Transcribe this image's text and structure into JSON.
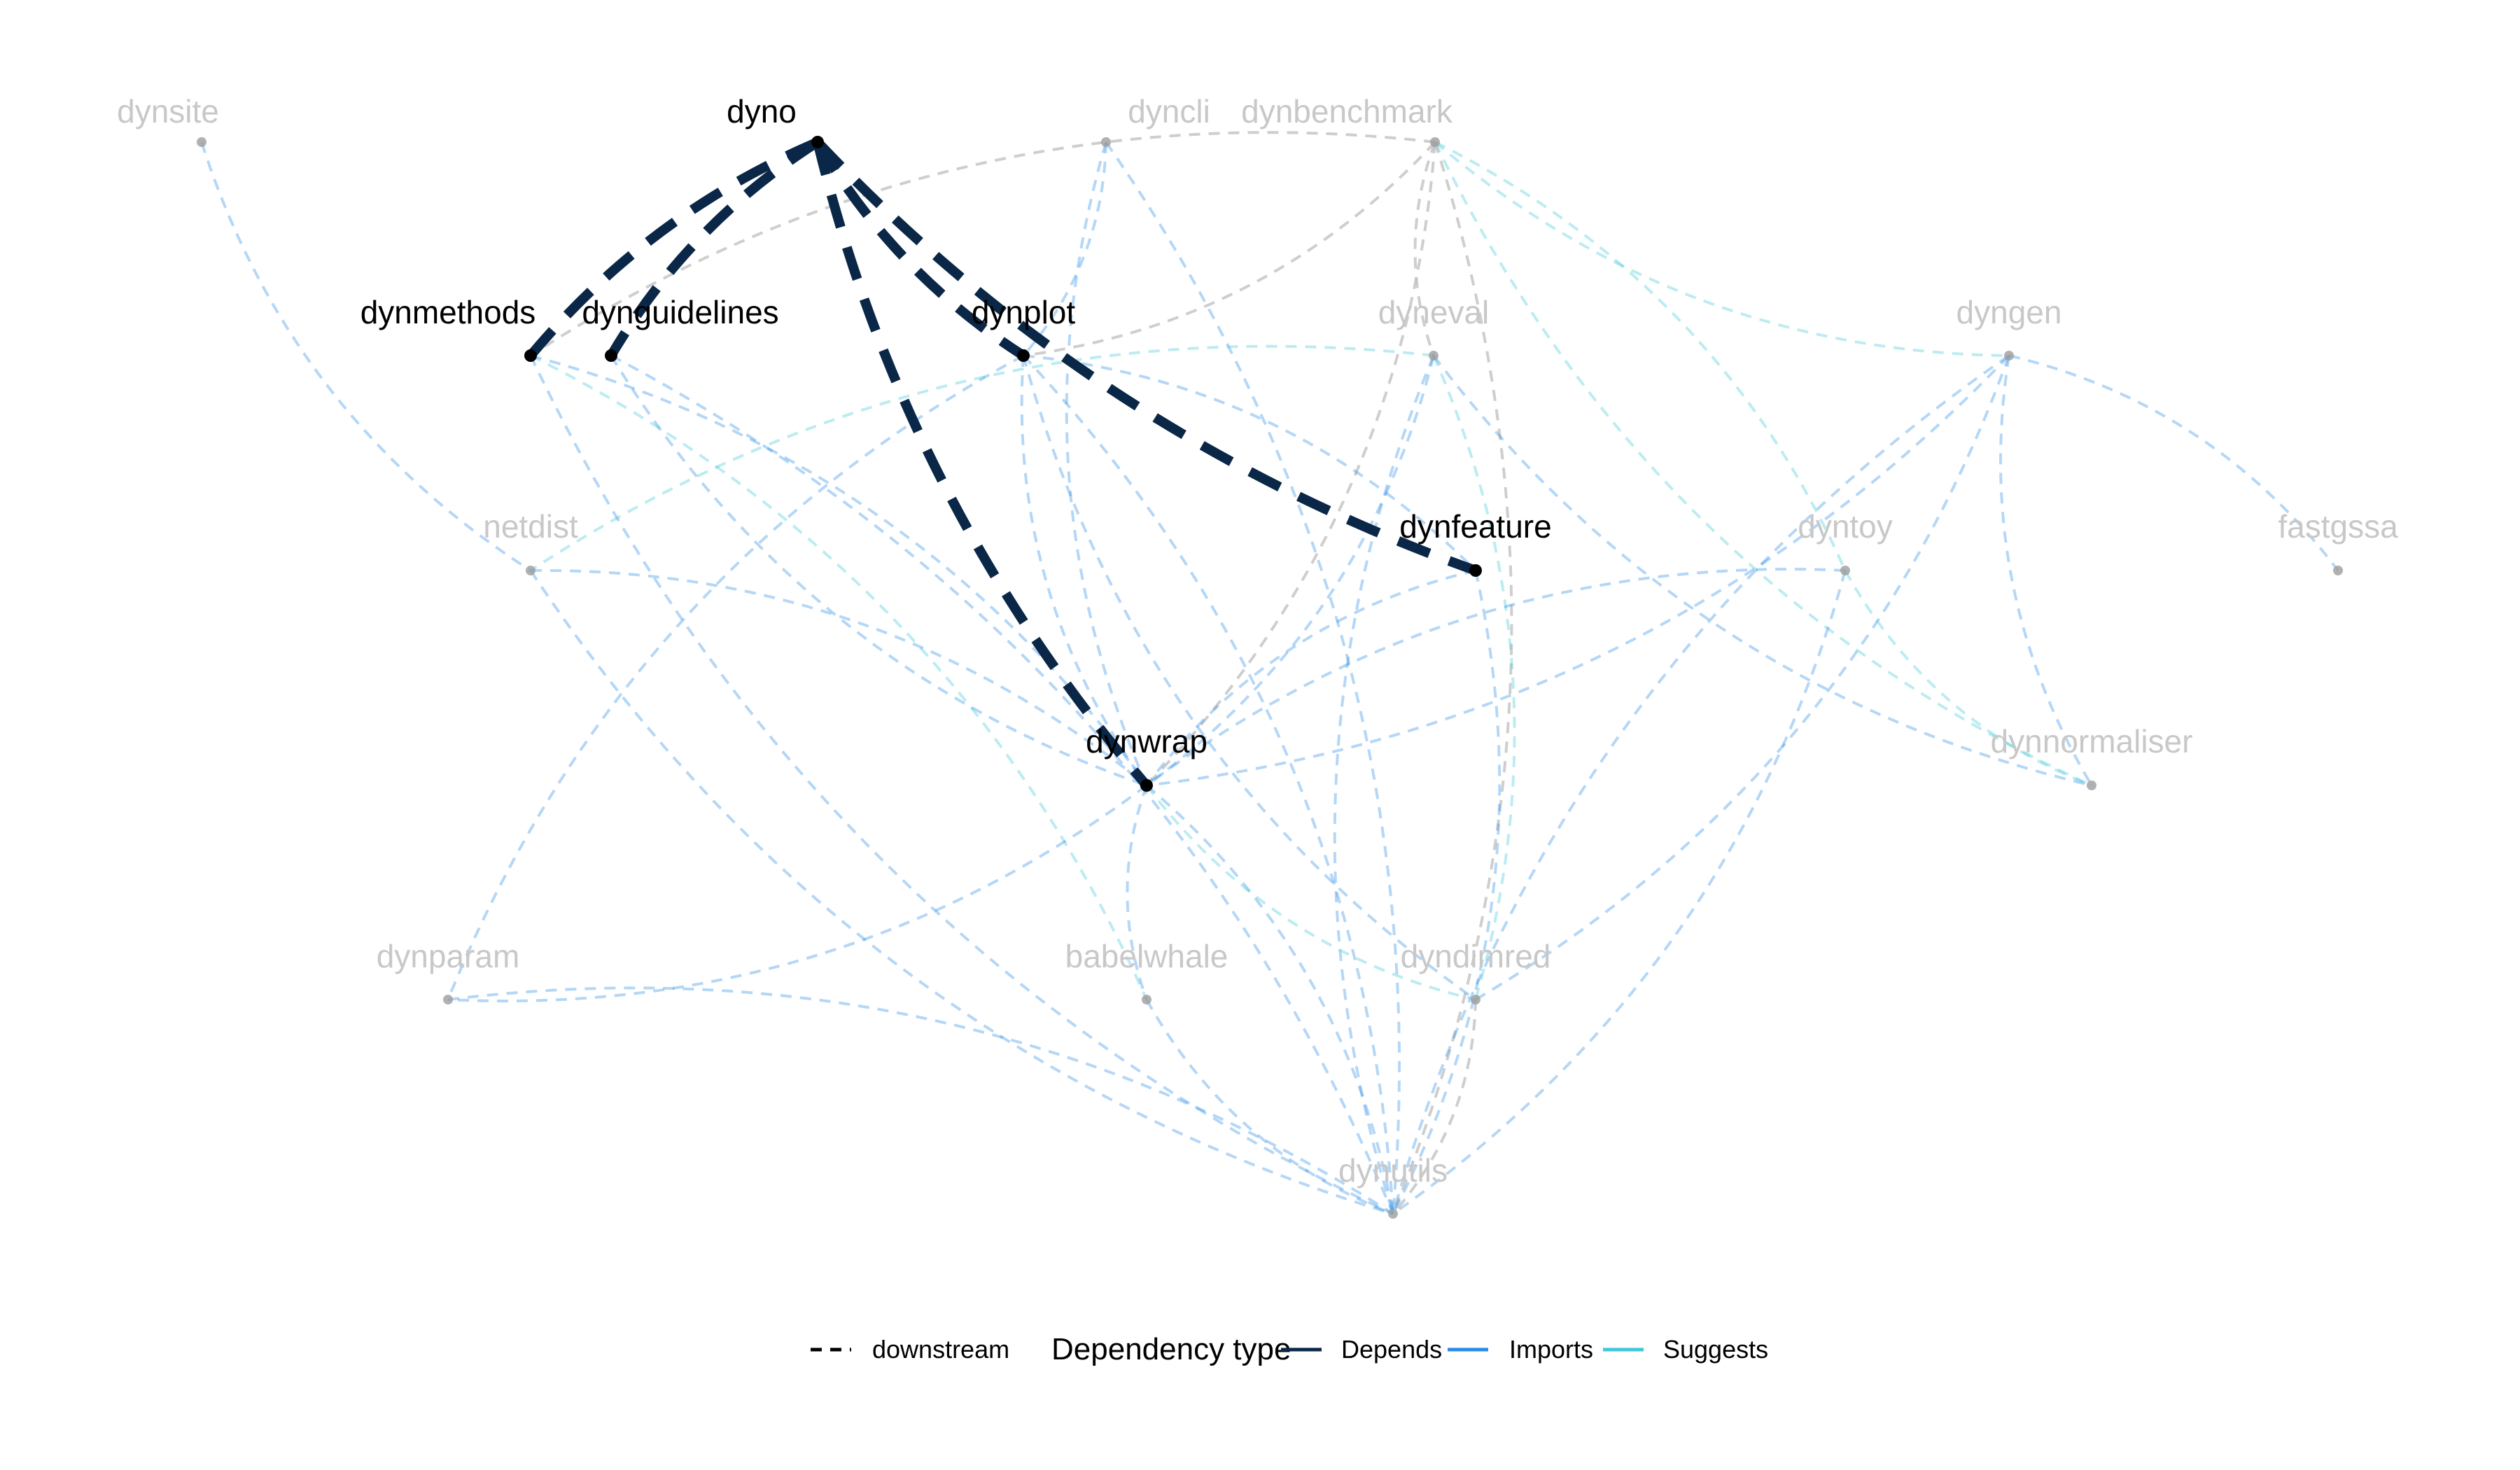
{
  "colors": {
    "depends": "#0a2748",
    "imports": "#2b8be6",
    "suggests": "#3ec8d8",
    "downstream": "#000000",
    "inactive_label": "#c8c8c8",
    "active_label": "#000000",
    "inactive_edge_gray": "#bdbdbd"
  },
  "nodes": [
    {
      "id": "dynsite",
      "label": "dynsite",
      "active": false
    },
    {
      "id": "dyno",
      "label": "dyno",
      "active": true
    },
    {
      "id": "dyncli",
      "label": "dyncli",
      "active": false
    },
    {
      "id": "dynbenchmark",
      "label": "dynbenchmark",
      "active": false
    },
    {
      "id": "dynmethods",
      "label": "dynmethods",
      "active": true
    },
    {
      "id": "dynguidelines",
      "label": "dynguidelines",
      "active": true
    },
    {
      "id": "dynplot",
      "label": "dynplot",
      "active": true
    },
    {
      "id": "dyneval",
      "label": "dyneval",
      "active": false
    },
    {
      "id": "dyngen",
      "label": "dyngen",
      "active": false
    },
    {
      "id": "netdist",
      "label": "netdist",
      "active": false
    },
    {
      "id": "dynfeature",
      "label": "dynfeature",
      "active": true
    },
    {
      "id": "dyntoy",
      "label": "dyntoy",
      "active": false
    },
    {
      "id": "fastgssa",
      "label": "fastgssa",
      "active": false
    },
    {
      "id": "dynwrap",
      "label": "dynwrap",
      "active": true
    },
    {
      "id": "dynnormaliser",
      "label": "dynnormaliser",
      "active": false
    },
    {
      "id": "dynparam",
      "label": "dynparam",
      "active": false
    },
    {
      "id": "babelwhale",
      "label": "babelwhale",
      "active": false
    },
    {
      "id": "dyndimred",
      "label": "dyndimred",
      "active": false
    },
    {
      "id": "dynutils",
      "label": "dynutils",
      "active": false
    }
  ],
  "edges": [
    {
      "from": "dyno",
      "to": "dynmethods",
      "type": "Depends",
      "highlight": true
    },
    {
      "from": "dyno",
      "to": "dynguidelines",
      "type": "Depends",
      "highlight": true
    },
    {
      "from": "dyno",
      "to": "dynplot",
      "type": "Depends",
      "highlight": true
    },
    {
      "from": "dyno",
      "to": "dynwrap",
      "type": "Depends",
      "highlight": true
    },
    {
      "from": "dyno",
      "to": "dynfeature",
      "type": "Depends",
      "highlight": true
    },
    {
      "from": "dynsite",
      "to": "netdist",
      "type": "Imports",
      "highlight": false
    },
    {
      "from": "dyncli",
      "to": "dynplot",
      "type": "Imports",
      "highlight": false
    },
    {
      "from": "dyncli",
      "to": "dynwrap",
      "type": "Imports",
      "highlight": false
    },
    {
      "from": "dyncli",
      "to": "dynutils",
      "type": "Imports",
      "highlight": false
    },
    {
      "from": "dynbenchmark",
      "to": "dynmethods",
      "type": "Gray",
      "highlight": false
    },
    {
      "from": "dynbenchmark",
      "to": "dynplot",
      "type": "Gray",
      "highlight": false
    },
    {
      "from": "dynbenchmark",
      "to": "dyneval",
      "type": "Gray",
      "highlight": false
    },
    {
      "from": "dynbenchmark",
      "to": "dynwrap",
      "type": "Gray",
      "highlight": false
    },
    {
      "from": "dynbenchmark",
      "to": "dyngen",
      "type": "Suggests",
      "highlight": false
    },
    {
      "from": "dynbenchmark",
      "to": "dyntoy",
      "type": "Suggests",
      "highlight": false
    },
    {
      "from": "dynbenchmark",
      "to": "dynnormaliser",
      "type": "Suggests",
      "highlight": false
    },
    {
      "from": "dynbenchmark",
      "to": "dynutils",
      "type": "Gray",
      "highlight": false
    },
    {
      "from": "dyneval",
      "to": "netdist",
      "type": "Suggests",
      "highlight": false
    },
    {
      "from": "dyneval",
      "to": "dynwrap",
      "type": "Imports",
      "highlight": false
    },
    {
      "from": "dyneval",
      "to": "dynutils",
      "type": "Imports",
      "highlight": false
    },
    {
      "from": "dyneval",
      "to": "dyndimred",
      "type": "Suggests",
      "highlight": false
    },
    {
      "from": "dyneval",
      "to": "dynnormaliser",
      "type": "Imports",
      "highlight": false
    },
    {
      "from": "dynmethods",
      "to": "dynwrap",
      "type": "Imports",
      "highlight": false
    },
    {
      "from": "dynmethods",
      "to": "dynutils",
      "type": "Imports",
      "highlight": false
    },
    {
      "from": "dynmethods",
      "to": "babelwhale",
      "type": "Suggests",
      "highlight": false
    },
    {
      "from": "dynguidelines",
      "to": "dynwrap",
      "type": "Imports",
      "highlight": false
    },
    {
      "from": "dynguidelines",
      "to": "dynutils",
      "type": "Imports",
      "highlight": false
    },
    {
      "from": "dynplot",
      "to": "dynwrap",
      "type": "Imports",
      "highlight": false
    },
    {
      "from": "dynplot",
      "to": "dynutils",
      "type": "Imports",
      "highlight": false
    },
    {
      "from": "dynplot",
      "to": "dynparam",
      "type": "Imports",
      "highlight": false
    },
    {
      "from": "dynplot",
      "to": "dynfeature",
      "type": "Imports",
      "highlight": false
    },
    {
      "from": "dynplot",
      "to": "dyndimred",
      "type": "Imports",
      "highlight": false
    },
    {
      "from": "dyngen",
      "to": "dynwrap",
      "type": "Imports",
      "highlight": false
    },
    {
      "from": "dyngen",
      "to": "dynutils",
      "type": "Imports",
      "highlight": false
    },
    {
      "from": "dyngen",
      "to": "fastgssa",
      "type": "Imports",
      "highlight": false
    },
    {
      "from": "dyngen",
      "to": "dynnormaliser",
      "type": "Imports",
      "highlight": false
    },
    {
      "from": "dyngen",
      "to": "dyndimred",
      "type": "Imports",
      "highlight": false
    },
    {
      "from": "dynfeature",
      "to": "dynwrap",
      "type": "Imports",
      "highlight": false
    },
    {
      "from": "dynfeature",
      "to": "dynutils",
      "type": "Imports",
      "highlight": false
    },
    {
      "from": "dyntoy",
      "to": "dynwrap",
      "type": "Imports",
      "highlight": false
    },
    {
      "from": "dyntoy",
      "to": "dynutils",
      "type": "Imports",
      "highlight": false
    },
    {
      "from": "dyntoy",
      "to": "dynnormaliser",
      "type": "Suggests",
      "highlight": false
    },
    {
      "from": "netdist",
      "to": "dynwrap",
      "type": "Imports",
      "highlight": false
    },
    {
      "from": "netdist",
      "to": "dynutils",
      "type": "Imports",
      "highlight": false
    },
    {
      "from": "dynwrap",
      "to": "dynparam",
      "type": "Imports",
      "highlight": false
    },
    {
      "from": "dynwrap",
      "to": "babelwhale",
      "type": "Imports",
      "highlight": false
    },
    {
      "from": "dynwrap",
      "to": "dynutils",
      "type": "Imports",
      "highlight": false
    },
    {
      "from": "dynwrap",
      "to": "dyndimred",
      "type": "Suggests",
      "highlight": false
    },
    {
      "from": "dynparam",
      "to": "dynutils",
      "type": "Imports",
      "highlight": false
    },
    {
      "from": "babelwhale",
      "to": "dynutils",
      "type": "Imports",
      "highlight": false
    },
    {
      "from": "dyndimred",
      "to": "dynutils",
      "type": "Gray",
      "highlight": false
    }
  ],
  "legend": {
    "downstream_label": "downstream",
    "title": "Dependency type",
    "items": [
      {
        "label": "Depends",
        "type": "Depends"
      },
      {
        "label": "Imports",
        "type": "Imports"
      },
      {
        "label": "Suggests",
        "type": "Suggests"
      }
    ]
  }
}
